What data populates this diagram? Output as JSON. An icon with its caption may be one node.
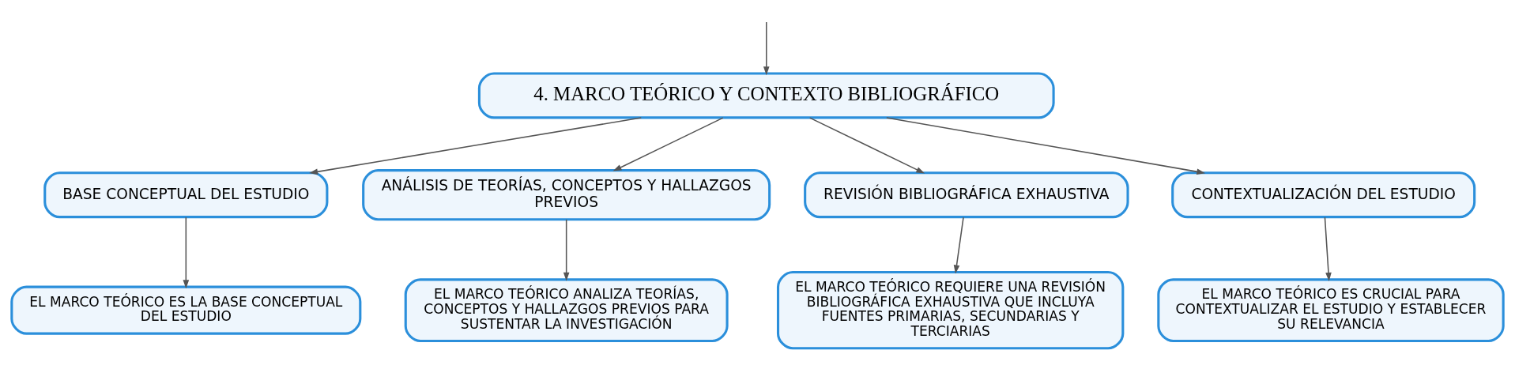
{
  "diagram": {
    "nodes": [
      {
        "text": [
          "4. MARCO TEÓRICO Y CONTEXTO BIBLIOGRÁFICO"
        ]
      },
      {
        "text": [
          "BASE CONCEPTUAL DEL ESTUDIO"
        ]
      },
      {
        "text": [
          "ANÁLISIS DE TEORÍAS, CONCEPTOS Y HALLAZGOS PREVIOS"
        ]
      },
      {
        "text": [
          "REVISIÓN BIBLIOGRÁFICA EXHAUSTIVA"
        ]
      },
      {
        "text": [
          "CONTEXTUALIZACIÓN DEL ESTUDIO"
        ]
      },
      {
        "text": [
          "EL MARCO TEÓRICO ES LA BASE CONCEPTUAL DEL ESTUDIO"
        ]
      },
      {
        "text": [
          "EL MARCO TEÓRICO ANALIZA TEORÍAS, CONCEPTOS Y HALLAZGOS PREVIOS PARA SUSTENTAR LA INVESTIGACIÓN"
        ]
      },
      {
        "text": [
          "EL MARCO TEÓRICO REQUIERE UNA REVISIÓN BIBLIOGRÁFICA EXHAUSTIVA QUE INCLUYA FUENTES PRIMARIAS, SECUNDARIAS Y TERCIARIAS"
        ]
      },
      {
        "text": [
          "EL MARCO TEÓRICO ES CRUCIAL PARA CONTEXTUALIZAR EL ESTUDIO Y ESTABLECER SU RELEVANCIA"
        ]
      }
    ],
    "edges": [
      {
        "from": null,
        "to": 0,
        "arrow": "to"
      },
      {
        "from": 0,
        "to": 1,
        "arrow": "to"
      },
      {
        "from": 0,
        "to": 2,
        "arrow": "to"
      },
      {
        "from": 0,
        "to": 3,
        "arrow": "to"
      },
      {
        "from": 0,
        "to": 4,
        "arrow": "to"
      },
      {
        "from": 1,
        "to": 5,
        "arrow": "to"
      },
      {
        "from": 2,
        "to": 6,
        "arrow": "to"
      },
      {
        "from": 3,
        "to": 7,
        "arrow": "to"
      },
      {
        "from": 4,
        "to": 8,
        "arrow": "to"
      }
    ]
  }
}
